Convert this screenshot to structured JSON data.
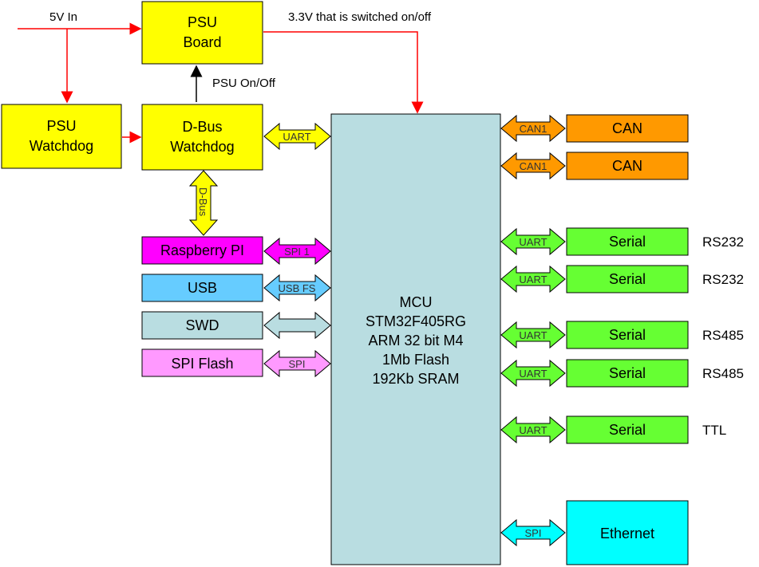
{
  "colors": {
    "yellow": "#ffff00",
    "mcu": "#b9dde1",
    "orange": "#ff9900",
    "green": "#66ff33",
    "magenta": "#ff00ff",
    "blue": "#66ccff",
    "swd": "#b9dde1",
    "pink": "#ff99ff",
    "cyan": "#00ffff",
    "red": "#ff0000"
  },
  "labels": {
    "five_v_in": "5V In",
    "switched": "3.3V that is switched on/off",
    "psu_on_off": "PSU On/Off"
  },
  "boxes": {
    "psu_board": [
      "PSU",
      "Board"
    ],
    "psu_watchdog": [
      "PSU",
      "Watchdog"
    ],
    "dbus_watchdog": [
      "D-Bus",
      "Watchdog"
    ],
    "raspberry": "Raspberry PI",
    "usb": "USB",
    "swd": "SWD",
    "spi_flash": "SPI Flash",
    "mcu": [
      "MCU",
      "STM32F405RG",
      "ARM 32 bit M4",
      "1Mb Flash",
      "192Kb SRAM"
    ],
    "ethernet": "Ethernet"
  },
  "left_links": {
    "dbus": "D-Bus",
    "uart": "UART",
    "spi1": "SPI 1",
    "usbfs": "USB FS",
    "swd": "",
    "spi": "SPI"
  },
  "right_rows": [
    {
      "link": "CAN1",
      "box": "CAN",
      "side": "",
      "color": "orange"
    },
    {
      "link": "CAN1",
      "box": "CAN",
      "side": "",
      "color": "orange"
    },
    {
      "link": "UART",
      "box": "Serial",
      "side": "RS232",
      "color": "green"
    },
    {
      "link": "UART",
      "box": "Serial",
      "side": "RS232",
      "color": "green"
    },
    {
      "link": "UART",
      "box": "Serial",
      "side": "RS485",
      "color": "green"
    },
    {
      "link": "UART",
      "box": "Serial",
      "side": "RS485",
      "color": "green"
    },
    {
      "link": "UART",
      "box": "Serial",
      "side": "TTL",
      "color": "green"
    }
  ],
  "ethernet_link": "SPI"
}
